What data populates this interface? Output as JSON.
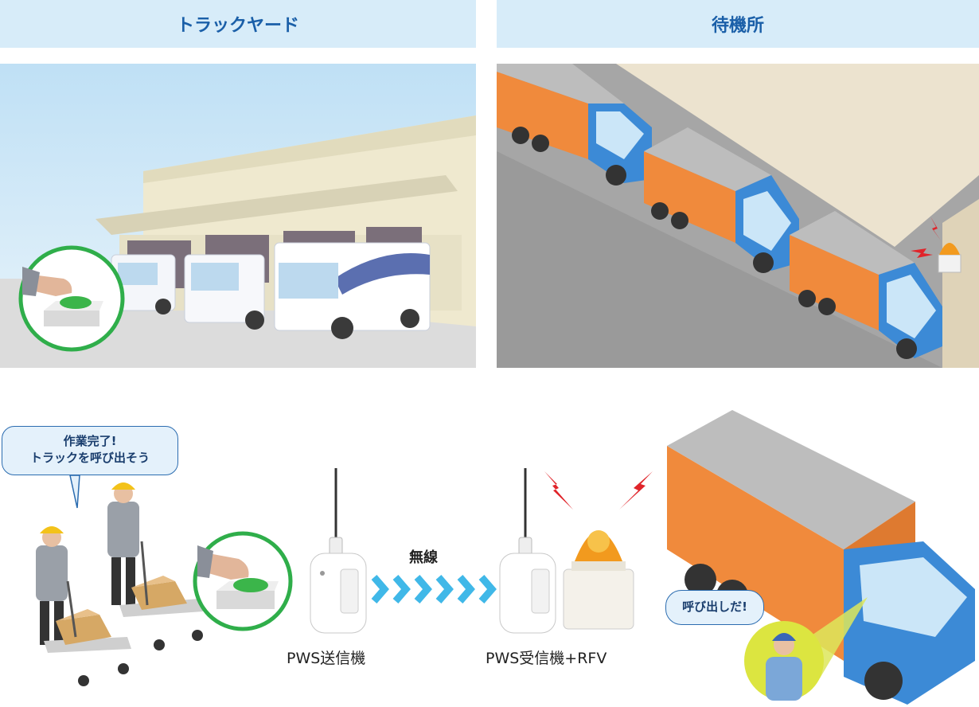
{
  "panels": {
    "left_title": "トラックヤード",
    "right_title": "待機所"
  },
  "flow": {
    "worker_speech_line1": "作業完了!",
    "worker_speech_line2": "トラックを呼び出そう",
    "transmitter_label": "PWS送信機",
    "wireless_label": "無線",
    "receiver_label": "PWS受信機+RFV",
    "driver_speech": "呼び出しだ!"
  },
  "colors": {
    "header_bg": "#d7ecf9",
    "header_text": "#1a5fa8",
    "truck_cargo": "#f08a3c",
    "truck_cab": "#3c8ad6",
    "button_green": "#3bb54a",
    "chevron": "#40b8e8"
  }
}
